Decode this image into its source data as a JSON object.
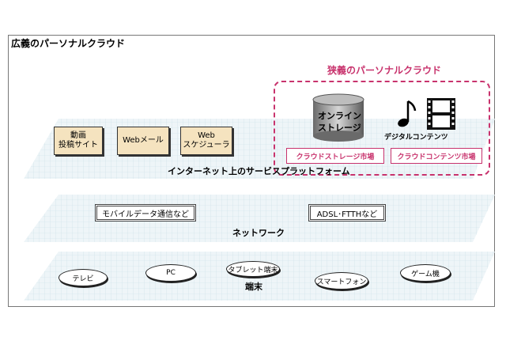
{
  "diagram": {
    "title": "広義のパーソナルクラウド",
    "narrow": {
      "title": "狭義のパーソナルクラウド",
      "storage_label_line1": "オンライン",
      "storage_label_line2": "ストレージ",
      "digital_content_label": "デジタルコンテンツ",
      "markets": [
        "クラウドストレージ市場",
        "クラウドコンテンツ市場"
      ]
    },
    "service_layer": {
      "label": "インターネット上のサービスプラットフォーム",
      "boxes": [
        {
          "line1": "動画",
          "line2": "投稿サイト"
        },
        {
          "line1": "Webメール",
          "line2": ""
        },
        {
          "line1": "Web",
          "line2": "スケジューラ"
        }
      ]
    },
    "network_layer": {
      "label": "ネットワーク",
      "boxes": [
        "モバイルデータ通信など",
        "ADSL･FTTHなど"
      ]
    },
    "device_layer": {
      "label": "端末",
      "devices": [
        "テレビ",
        "PC",
        "タブレット端末",
        "スマートフォン",
        "ゲーム機"
      ]
    }
  }
}
